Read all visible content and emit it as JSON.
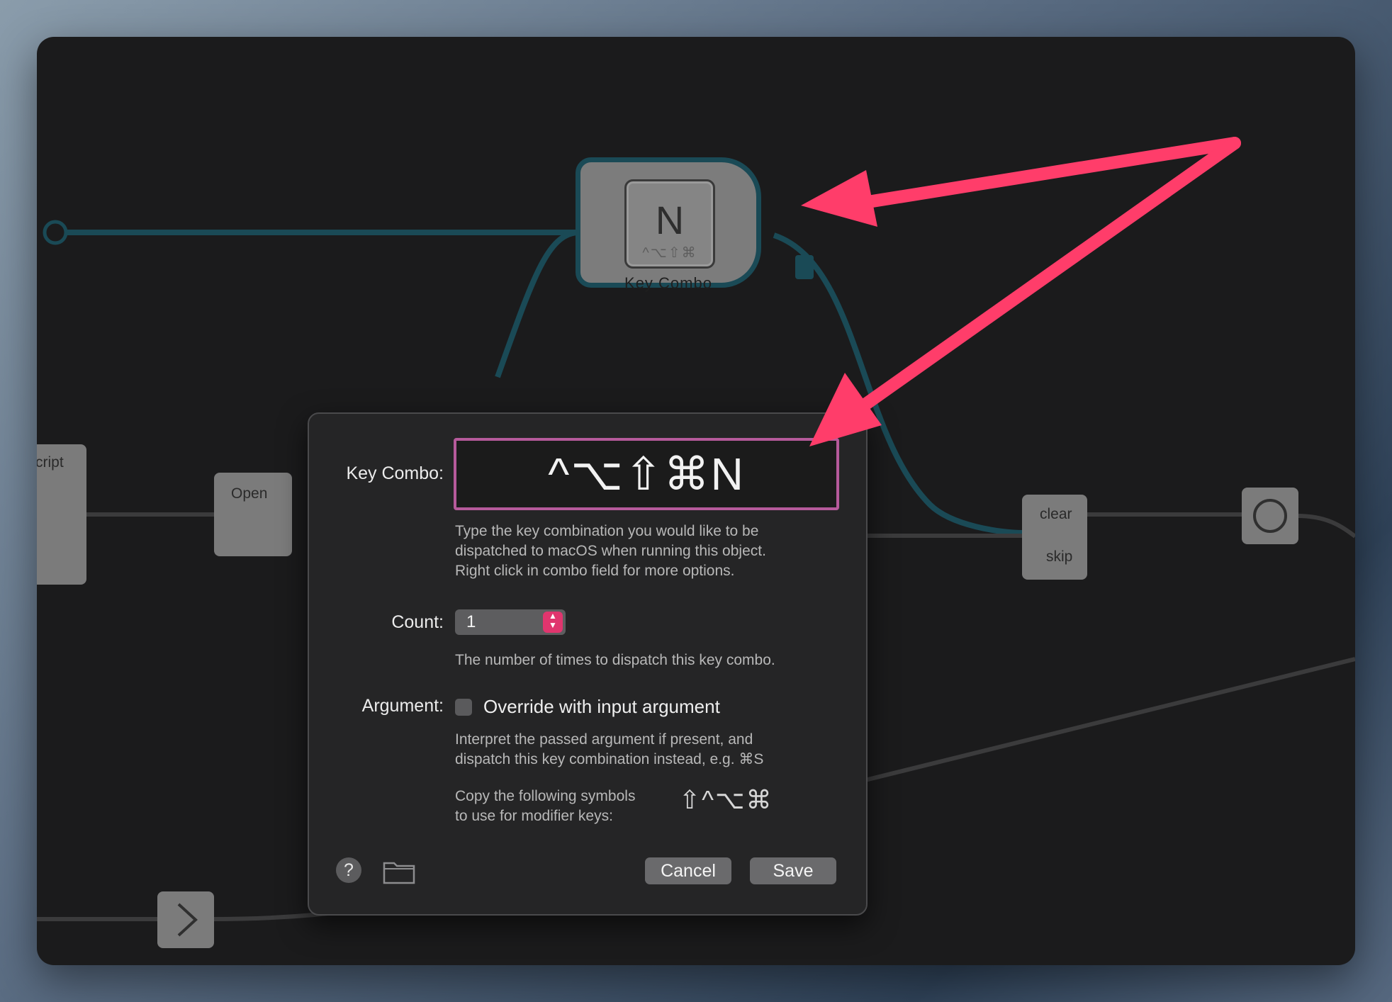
{
  "canvas": {
    "nodes": {
      "script_label": "cript",
      "open_label": "Open",
      "clear_label": "clear",
      "skip_label": "skip"
    },
    "key_node": {
      "letter": "N",
      "modifiers": "^⌥⇧⌘",
      "label": "Key Combo"
    },
    "annotation_color": "#ff3d6a"
  },
  "dialog": {
    "key_combo_label": "Key Combo:",
    "key_combo_value": "^⌥⇧⌘N",
    "key_combo_help": "Type the key combination you would like to be\ndispatched to macOS when running this object.\nRight click in combo field for more options.",
    "count_label": "Count:",
    "count_value": "1",
    "count_help": "The number of times to dispatch this key combo.",
    "argument_label": "Argument:",
    "override_label": "Override with input argument",
    "override_checked": false,
    "argument_help": "Interpret the passed argument if present, and\ndispatch this key combination instead, e.g. ⌘S",
    "symbols_help": "Copy the following symbols\nto use for modifier keys:",
    "symbols": "⇧^⌥⌘",
    "cancel_label": "Cancel",
    "save_label": "Save",
    "help_icon_glyph": "?",
    "accent_color": "#e0356e",
    "focus_color": "#b65a9b"
  }
}
